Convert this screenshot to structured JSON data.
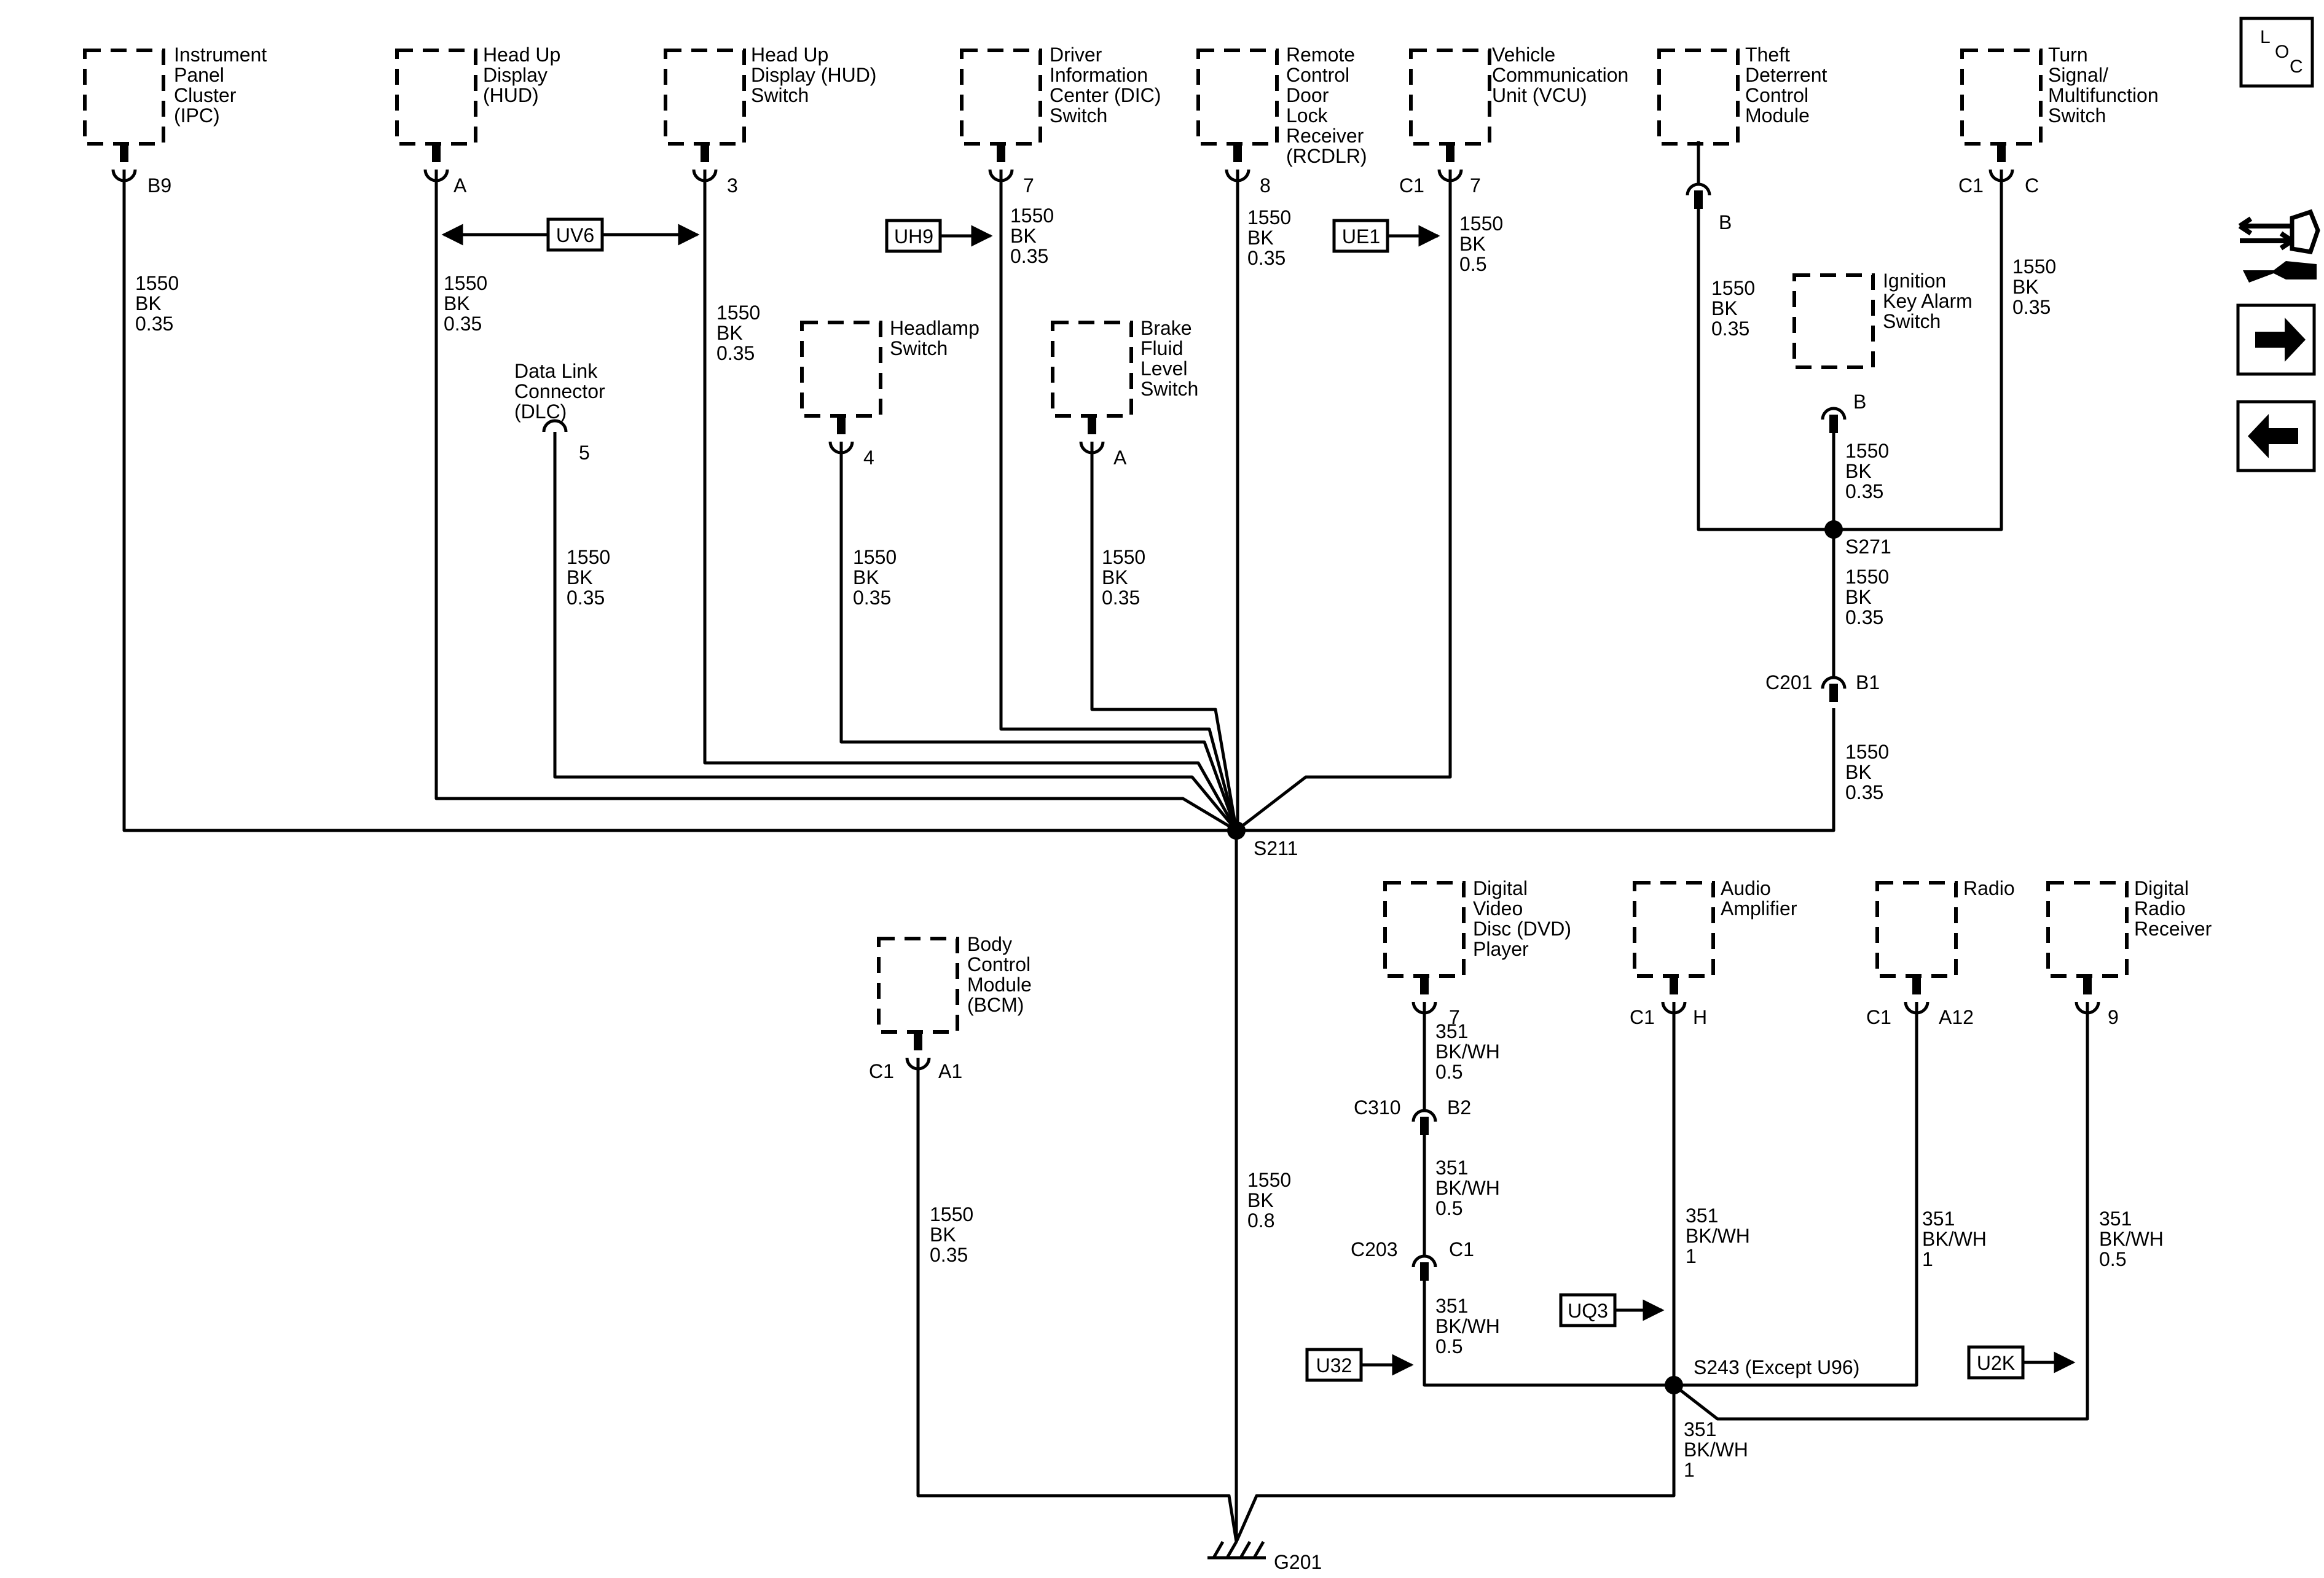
{
  "components": {
    "ipc": [
      "Instrument",
      "Panel",
      "Cluster",
      "(IPC)"
    ],
    "hud": [
      "Head Up",
      "Display",
      "(HUD)"
    ],
    "hud_switch": [
      "Head Up",
      "Display (HUD)",
      "Switch"
    ],
    "dic_switch": [
      "Driver",
      "Information",
      "Center (DIC)",
      "Switch"
    ],
    "rcdlr": [
      "Remote",
      "Control",
      "Door",
      "Lock",
      "Receiver",
      "(RCDLR)"
    ],
    "vcu": [
      "Vehicle",
      "Communication",
      "Unit (VCU)"
    ],
    "theft": [
      "Theft",
      "Deterrent",
      "Control",
      "Module"
    ],
    "turn": [
      "Turn",
      "Signal/",
      "Multifunction",
      "Switch"
    ],
    "dlc": [
      "Data Link",
      "Connector",
      "(DLC)"
    ],
    "headlamp": [
      "Headlamp",
      "Switch"
    ],
    "brake": [
      "Brake",
      "Fluid",
      "Level",
      "Switch"
    ],
    "ignition": [
      "Ignition",
      "Key Alarm",
      "Switch"
    ],
    "bcm": [
      "Body",
      "Control",
      "Module",
      "(BCM)"
    ],
    "dvd": [
      "Digital",
      "Video",
      "Disc (DVD)",
      "Player"
    ],
    "amp": [
      "Audio",
      "Amplifier"
    ],
    "radio": [
      "Radio"
    ],
    "drr": [
      "Digital",
      "Radio",
      "Receiver"
    ]
  },
  "pins": {
    "ipc": "B9",
    "hud": "A",
    "hud_switch": "3",
    "dic_switch": "7",
    "rcdlr": "8",
    "vcu_conn": "C1",
    "vcu": "7",
    "theft": "B",
    "turn_conn": "C1",
    "turn": "C",
    "dlc": "5",
    "headlamp": "4",
    "brake": "A",
    "ignition": "B",
    "bcm_conn": "C1",
    "bcm": "A1",
    "dvd": "7",
    "amp_conn": "C1",
    "amp": "H",
    "radio_conn": "C1",
    "radio": "A12",
    "drr": "9"
  },
  "inline_connectors": {
    "c201": "C201",
    "c201_pin": "B1",
    "c310": "C310",
    "c310_pin": "B2",
    "c203": "C203",
    "c203_pin": "C1"
  },
  "wires": {
    "ipc": [
      "1550",
      "BK",
      "0.35"
    ],
    "hud": [
      "1550",
      "BK",
      "0.35"
    ],
    "hud_switch": [
      "1550",
      "BK",
      "0.35"
    ],
    "dic": [
      "1550",
      "BK",
      "0.35"
    ],
    "rcdlr": [
      "1550",
      "BK",
      "0.35"
    ],
    "vcu": [
      "1550",
      "BK",
      "0.5"
    ],
    "theft": [
      "1550",
      "BK",
      "0.35"
    ],
    "turn": [
      "1550",
      "BK",
      "0.35"
    ],
    "ignition": [
      "1550",
      "BK",
      "0.35"
    ],
    "s271_c201": [
      "1550",
      "BK",
      "0.35"
    ],
    "c201_s211": [
      "1550",
      "BK",
      "0.35"
    ],
    "dlc": [
      "1550",
      "BK",
      "0.35"
    ],
    "headlamp": [
      "1550",
      "BK",
      "0.35"
    ],
    "brake": [
      "1550",
      "BK",
      "0.35"
    ],
    "bcm": [
      "1550",
      "BK",
      "0.35"
    ],
    "main_ground": [
      "1550",
      "BK",
      "0.8"
    ],
    "dvd_c310": [
      "351",
      "BK/WH",
      "0.5"
    ],
    "c310_c203": [
      "351",
      "BK/WH",
      "0.5"
    ],
    "c203_s243": [
      "351",
      "BK/WH",
      "0.5"
    ],
    "amp": [
      "351",
      "BK/WH",
      "1"
    ],
    "radio": [
      "351",
      "BK/WH",
      "1"
    ],
    "drr": [
      "351",
      "BK/WH",
      "0.5"
    ],
    "s243_ground": [
      "351",
      "BK/WH",
      "1"
    ]
  },
  "splices": {
    "s211": "S211",
    "s271": "S271",
    "s243": "S243 (Except U96)"
  },
  "ground": "G201",
  "options": {
    "uv6": "UV6",
    "uh9": "UH9",
    "ue1": "UE1",
    "uq3": "UQ3",
    "u32": "U32",
    "u2k": "U2K"
  },
  "nav": {
    "loc": [
      "L",
      "O",
      "C"
    ]
  },
  "icons": {
    "loc": "loc-icon",
    "connector_view": "connector-view-icon",
    "next_page": "arrow-right-icon",
    "previous_page": "arrow-left-icon"
  }
}
